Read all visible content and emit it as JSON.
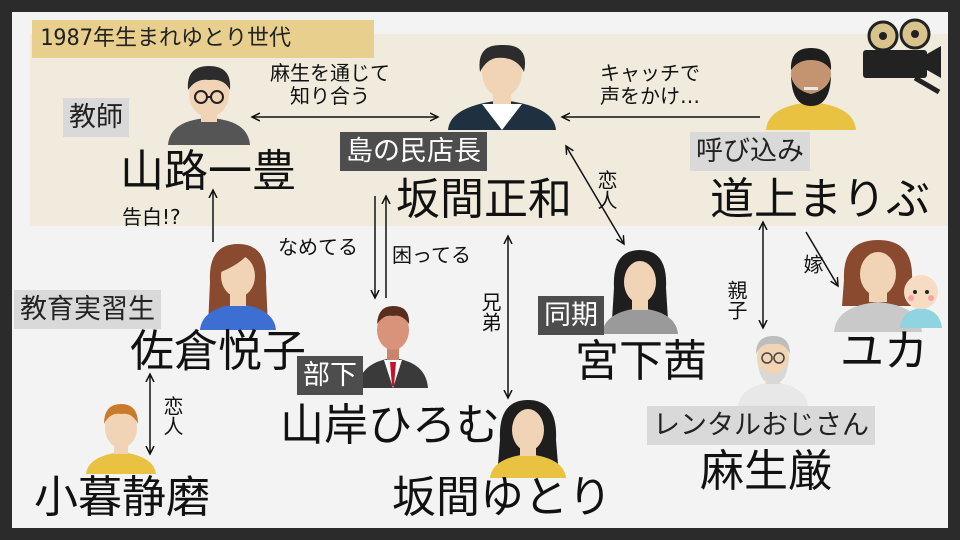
{
  "title": "1987年生まれゆとり世代",
  "icons": [
    "film-camera-icon",
    "baby-icon"
  ],
  "colors": {
    "frame": "#f3f3f3",
    "band": "#f0ebdc",
    "title_tag": "#e8cf8e",
    "role_light": "#d9d9d9",
    "role_dark": "#4d4d4d"
  },
  "people": {
    "yamaji": {
      "role": "教師",
      "name": "山路一豊"
    },
    "sakama_masakazu": {
      "role": "島の民店長",
      "name": "坂間正和"
    },
    "michigami": {
      "role": "呼び込み",
      "name": "道上まりぶ"
    },
    "sakura": {
      "role": "教育実習生",
      "name": "佐倉悦子"
    },
    "yamagishi": {
      "role": "部下",
      "name": "山岸ひろむ"
    },
    "miyashita": {
      "role": "同期",
      "name": "宮下茜"
    },
    "yuka": {
      "name": "ユカ"
    },
    "asou_iwao": {
      "role": "レンタルおじさん",
      "name": "麻生厳"
    },
    "kogure": {
      "name": "小暮静磨"
    },
    "sakama_yutori": {
      "name": "坂間ゆとり"
    }
  },
  "relations": {
    "met_via_asou": "麻生を通じて\n知り合う",
    "called_out": "キャッチで\n声をかけ…",
    "confession": "告白!?",
    "teasing": "なめてる",
    "troubled": "困ってる",
    "lovers_1": "恋人",
    "brothers": "兄弟",
    "father_son": "親子",
    "wife": "嫁",
    "lovers_2": "恋人"
  }
}
